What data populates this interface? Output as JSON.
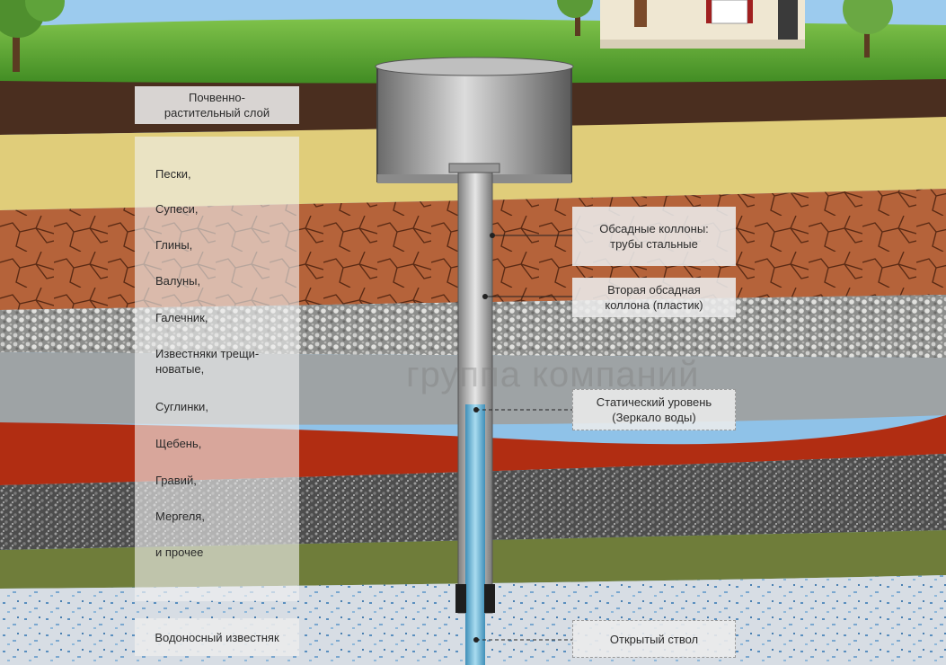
{
  "labels": {
    "topsoil": "Почвенно-\nрастительный слой",
    "casing_steel": "Обсадные коллоны:\nтрубы стальные",
    "casing_plastic": "Вторая обсадная\nколлона (пластик)",
    "static_level": "Статический уровень\n(Зеркало воды)",
    "aquifer": "Водоносный известняк",
    "open_hole": "Открытый ствол"
  },
  "strata": [
    "Пески,",
    "Супеси,",
    "Глины,",
    "Валуны,",
    "Галечник,",
    "Известняки трещи-\nноватые,",
    "Суглинки,",
    "Щебень,",
    "Гравий,",
    "Мергеля,",
    "и прочее"
  ],
  "watermark": "группа компаний",
  "colors": {
    "sky": "#8fc2e8",
    "grass": "#5aa332",
    "topsoil": "#4a2e1f",
    "sand": "#e0cd7a",
    "clay": "#b5633a",
    "gravel": "#9a9a98",
    "limestone_gray": "#9ea3a5",
    "red_clay": "#b12d12",
    "dark_gravel": "#5c5c5c",
    "mossy": "#6f7d3a",
    "aquifer": "#d7dde4",
    "pipe_water": "#6bb6d8"
  }
}
